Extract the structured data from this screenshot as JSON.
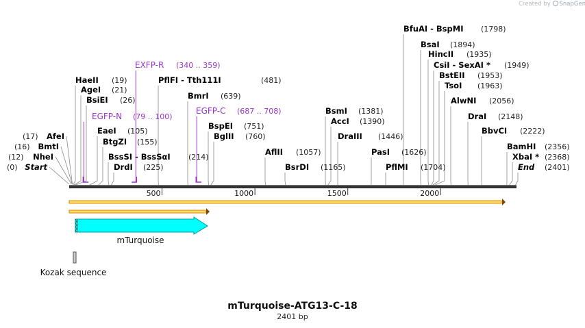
{
  "credit": {
    "prefix": "Created by",
    "brand": "SnapGene"
  },
  "plasmid": {
    "name": "mTurquoise-ATG13-C-18",
    "length_label": "2401 bp",
    "length": 2401
  },
  "axis_ticks": [
    500,
    1000,
    1500,
    2000
  ],
  "colors": {
    "enzyme": "#000000",
    "primer": "#9933cc",
    "feature_fill": "#00ffff",
    "feature_stroke": "#009999",
    "orf_fill": "#ffd966",
    "orf_stroke": "#d98c00",
    "kozak_fill": "#cccccc",
    "ruler": "#333333"
  },
  "enzymes": [
    {
      "name": "Start",
      "pos": "(0)",
      "italic": true
    },
    {
      "name": "NheI",
      "pos": "(12)"
    },
    {
      "name": "BmtI",
      "pos": "(16)"
    },
    {
      "name": "AfeI",
      "pos": "(17)"
    },
    {
      "name": "HaeII",
      "pos": "(19)"
    },
    {
      "name": "AgeI",
      "pos": "(21)"
    },
    {
      "name": "BsiEI",
      "pos": "(26)"
    },
    {
      "name": "EaeI",
      "pos": "(105)"
    },
    {
      "name": "BtgZI",
      "pos": "(155)"
    },
    {
      "name": "BssSI  -  BssSαI",
      "pos": "(214)"
    },
    {
      "name": "DrdI",
      "pos": "(225)"
    },
    {
      "name": "PflFI  -  Tth111I",
      "pos": "(481)"
    },
    {
      "name": "BmrI",
      "pos": "(639)"
    },
    {
      "name": "BspEI",
      "pos": "(751)"
    },
    {
      "name": "BglII",
      "pos": "(760)"
    },
    {
      "name": "AflII",
      "pos": "(1057)"
    },
    {
      "name": "BsrDI",
      "pos": "(1165)"
    },
    {
      "name": "BsmI",
      "pos": "(1381)"
    },
    {
      "name": "AccI",
      "pos": "(1390)"
    },
    {
      "name": "DraIII",
      "pos": "(1446)"
    },
    {
      "name": "PasI",
      "pos": "(1626)"
    },
    {
      "name": "PflMI",
      "pos": "(1704)"
    },
    {
      "name": "BfuAI  -  BspMI",
      "pos": "(1798)"
    },
    {
      "name": "BsaI",
      "pos": "(1894)"
    },
    {
      "name": "HincII",
      "pos": "(1935)"
    },
    {
      "name": "CsiI  -  SexAI *",
      "pos": "(1949)"
    },
    {
      "name": "BstEII",
      "pos": "(1953)"
    },
    {
      "name": "TsoI",
      "pos": "(1963)"
    },
    {
      "name": "AlwNI",
      "pos": "(2056)"
    },
    {
      "name": "DraI",
      "pos": "(2148)"
    },
    {
      "name": "BbvCI",
      "pos": "(2222)"
    },
    {
      "name": "BamHI",
      "pos": "(2356)"
    },
    {
      "name": "XbaI *",
      "pos": "(2368)"
    },
    {
      "name": "End",
      "pos": "(2401)",
      "italic": true
    }
  ],
  "primers": [
    {
      "name": "EGFP-N",
      "range": "(79 .. 100)"
    },
    {
      "name": "EXFP-R",
      "range": "(340 .. 359)"
    },
    {
      "name": "EGFP-C",
      "range": "(687 .. 708)"
    }
  ],
  "features": [
    {
      "name": "mTurquoise",
      "type": "CDS"
    },
    {
      "name": "Kozak sequence",
      "type": "regulatory"
    }
  ]
}
